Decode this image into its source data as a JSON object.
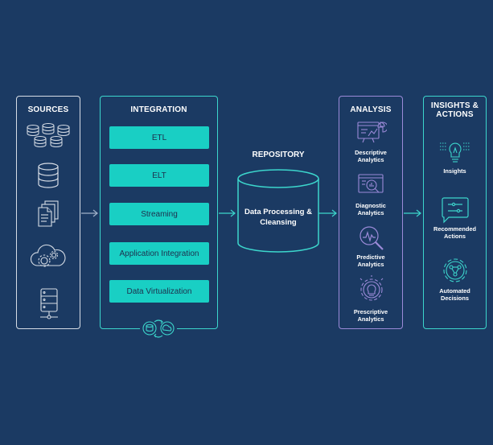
{
  "sources": {
    "title": "SOURCES",
    "icons": [
      "database-cluster-icon",
      "database-icon",
      "documents-icon",
      "cloud-gear-icon",
      "server-icon"
    ]
  },
  "integration": {
    "title": "INTEGRATION",
    "items": [
      {
        "label": "ETL"
      },
      {
        "label": "ELT"
      },
      {
        "label": "Streaming"
      },
      {
        "label": "Application Integration"
      },
      {
        "label": "Data Virtualization"
      }
    ],
    "footer_icon": "sync-cycle-icon"
  },
  "repository": {
    "title": "REPOSITORY",
    "text": "Data Processing & Cleansing"
  },
  "analysis": {
    "title": "ANALYSIS",
    "items": [
      {
        "label_line1": "Descriptive",
        "label_line2": "Analytics",
        "icon": "dashboard-icon"
      },
      {
        "label_line1": "Diagnostic",
        "label_line2": "Analytics",
        "icon": "magnifier-chart-icon"
      },
      {
        "label_line1": "Predictive",
        "label_line2": "Analytics",
        "icon": "magnifier-trend-icon"
      },
      {
        "label_line1": "Prescriptive",
        "label_line2": "Analytics",
        "icon": "gear-bulb-icon"
      }
    ]
  },
  "insights": {
    "title_line1": "INSIGHTS &",
    "title_line2": "ACTIONS",
    "items": [
      {
        "label_line1": "Insights",
        "label_line2": "",
        "icon": "lightbulb-icon"
      },
      {
        "label_line1": "Recommended",
        "label_line2": "Actions",
        "icon": "chat-flow-icon"
      },
      {
        "label_line1": "Automated",
        "label_line2": "Decisions",
        "icon": "gear-network-icon"
      }
    ]
  },
  "colors": {
    "background": "#1b3a63",
    "teal": "#19cfc4",
    "teal_border": "#3cd6cc",
    "purple": "#9b8ad8",
    "white": "#d7dde6"
  }
}
